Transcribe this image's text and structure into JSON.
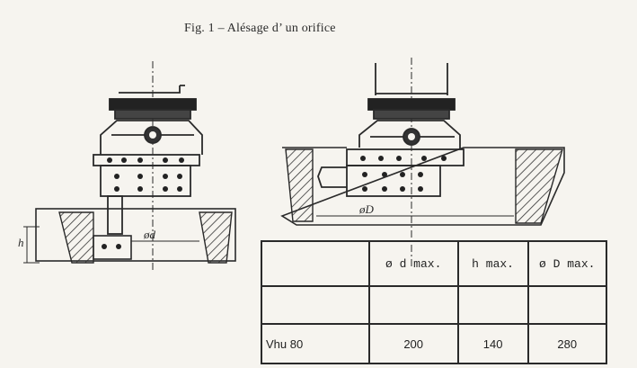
{
  "figure": {
    "caption": "Fig. 1 – Alésage d’ un orifice"
  },
  "labels": {
    "h": "h",
    "phi_d": "ød",
    "phi_D": "øD"
  },
  "table": {
    "headers": [
      "",
      "ø d max.",
      "h max.",
      "ø D max."
    ],
    "rows": [
      [
        "Vhu 80",
        "200",
        "140",
        "280"
      ]
    ]
  }
}
